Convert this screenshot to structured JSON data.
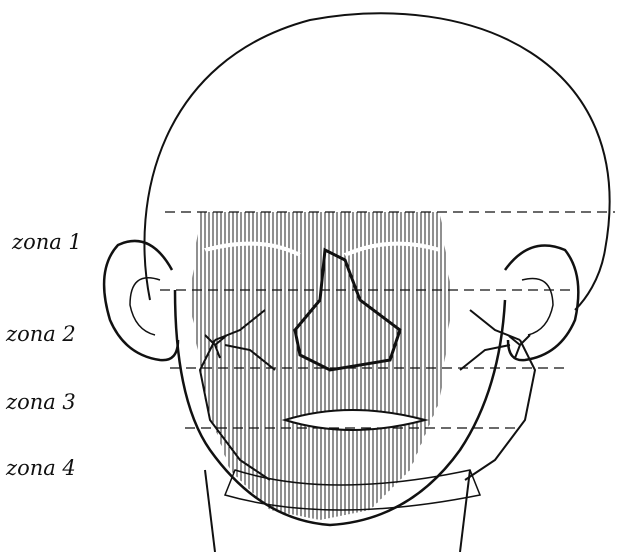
{
  "zones": [
    {
      "label": "zona 1"
    },
    {
      "label": "zona 2"
    },
    {
      "label": "zona 3"
    },
    {
      "label": "zona 4"
    }
  ],
  "colors": {
    "ink": "#111111",
    "background": "#ffffff"
  }
}
